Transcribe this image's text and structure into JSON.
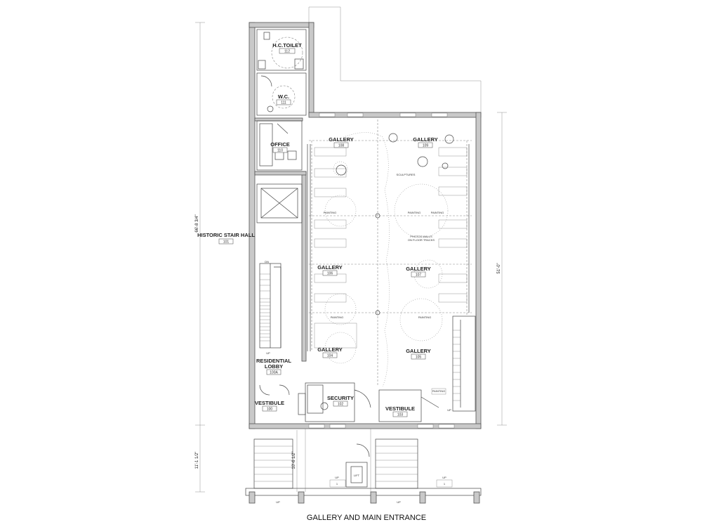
{
  "title": "GALLERY AND MAIN ENTRANCE",
  "rooms": {
    "hc_toilet": {
      "name": "H.C.TOILET",
      "number": "112"
    },
    "wc": {
      "name": "W.C.",
      "number": "111"
    },
    "office": {
      "name": "OFFICE",
      "number": "110"
    },
    "historic_stair": {
      "name": "HISTORIC STAIR HALL",
      "number": "101"
    },
    "gallery_108": {
      "name": "GALLERY",
      "number": "108"
    },
    "gallery_109": {
      "name": "GALLERY",
      "number": "109"
    },
    "gallery_106": {
      "name": "GALLERY",
      "number": "106"
    },
    "gallery_107": {
      "name": "GALLERY",
      "number": "107"
    },
    "gallery_104": {
      "name": "GALLERY",
      "number": "104"
    },
    "gallery_105": {
      "name": "GALLERY",
      "number": "105"
    },
    "residential_lobby": {
      "name1": "RESIDENTIAL",
      "name2": "LOBBY",
      "number": "100A"
    },
    "security": {
      "name": "SECURITY",
      "number": "102"
    },
    "vestibule_100": {
      "name": "VESTIBULE",
      "number": "100"
    },
    "vestibule_103": {
      "name": "VESTIBULE",
      "number": "103"
    }
  },
  "notes": {
    "sculptures": "SCULPTURES",
    "painting": "PAINTING",
    "photos1": "PHOTOS WALLS",
    "photos2": "ON FLOOR TRACKS",
    "dn": "DN",
    "up": "UP",
    "lift": "LIFT",
    "one": "1"
  },
  "dimensions": {
    "left_main": "66'-8 3/4\"",
    "right_main": "51'-0\"",
    "left_front": "11'-1 1/2\"",
    "front_inner": "10'-6 1/2\""
  }
}
